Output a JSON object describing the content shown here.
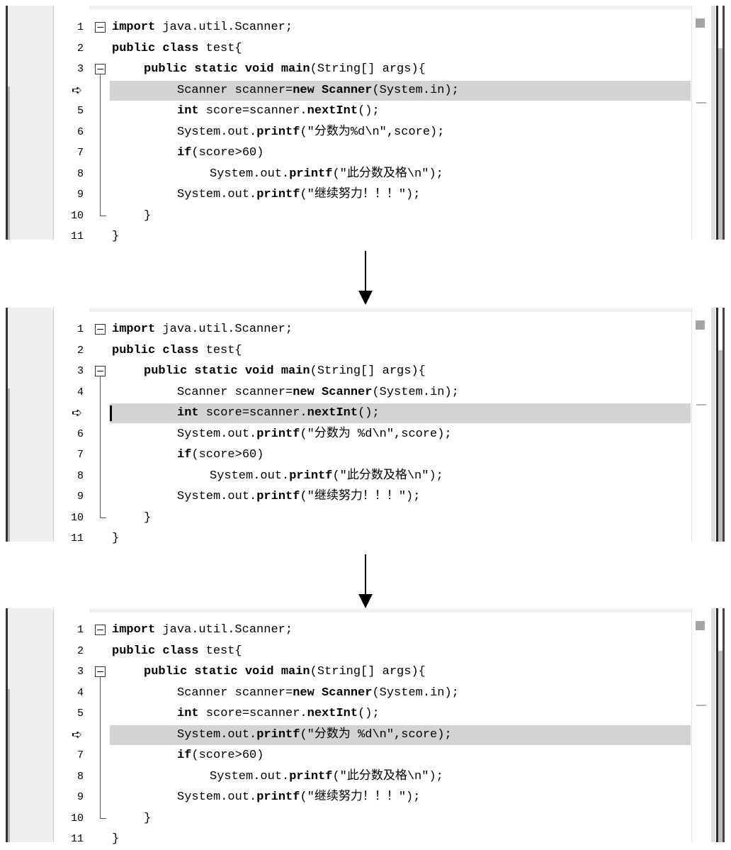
{
  "steps": [
    {
      "current_line": 4,
      "current_line_marker": "➪",
      "lines": [
        {
          "num": "1",
          "parts": [
            {
              "t": "import",
              "b": true
            },
            {
              "t": " java.util.Scanner;",
              "b": false
            }
          ]
        },
        {
          "num": "2",
          "parts": [
            {
              "t": "public class",
              "b": true
            },
            {
              "t": " test{",
              "b": false
            }
          ]
        },
        {
          "num": "3",
          "parts": [
            {
              "t": "public static void main",
              "b": true
            },
            {
              "t": "(String[] args){",
              "b": false
            }
          ]
        },
        {
          "num": "4",
          "parts": [
            {
              "t": "Scanner scanner=",
              "b": false
            },
            {
              "t": "new Scanner",
              "b": true
            },
            {
              "t": "(System.in);",
              "b": false
            }
          ]
        },
        {
          "num": "5",
          "parts": [
            {
              "t": "int",
              "b": true
            },
            {
              "t": " score=scanner.",
              "b": false
            },
            {
              "t": "nextInt",
              "b": true
            },
            {
              "t": "();",
              "b": false
            }
          ]
        },
        {
          "num": "6",
          "parts": [
            {
              "t": "System.out.",
              "b": false
            },
            {
              "t": "printf",
              "b": true
            },
            {
              "t": "(\"分数为%d\\n\",score);",
              "b": false
            }
          ]
        },
        {
          "num": "7",
          "parts": [
            {
              "t": "if",
              "b": true
            },
            {
              "t": "(score>60)",
              "b": false
            }
          ]
        },
        {
          "num": "8",
          "parts": [
            {
              "t": "System.out.",
              "b": false
            },
            {
              "t": "printf",
              "b": true
            },
            {
              "t": "(\"此分数及格\\n\");",
              "b": false
            }
          ]
        },
        {
          "num": "9",
          "parts": [
            {
              "t": "System.out.",
              "b": false
            },
            {
              "t": "printf",
              "b": true
            },
            {
              "t": "(\"继续努力！！！\");",
              "b": false
            }
          ]
        },
        {
          "num": "10",
          "parts": [
            {
              "t": "}",
              "b": false
            }
          ]
        },
        {
          "num": "11",
          "parts": [
            {
              "t": "}",
              "b": false
            }
          ]
        }
      ]
    },
    {
      "current_line": 5,
      "current_line_marker": "➪",
      "lines": [
        {
          "num": "1",
          "parts": [
            {
              "t": "import",
              "b": true
            },
            {
              "t": " java.util.Scanner;",
              "b": false
            }
          ]
        },
        {
          "num": "2",
          "parts": [
            {
              "t": "public class",
              "b": true
            },
            {
              "t": " test{",
              "b": false
            }
          ]
        },
        {
          "num": "3",
          "parts": [
            {
              "t": "public static void main",
              "b": true
            },
            {
              "t": "(String[] args){",
              "b": false
            }
          ]
        },
        {
          "num": "4",
          "parts": [
            {
              "t": "Scanner scanner=",
              "b": false
            },
            {
              "t": "new Scanner",
              "b": true
            },
            {
              "t": "(System.in);",
              "b": false
            }
          ]
        },
        {
          "num": "5",
          "parts": [
            {
              "t": "int",
              "b": true
            },
            {
              "t": " score=scanner.",
              "b": false
            },
            {
              "t": "nextInt",
              "b": true
            },
            {
              "t": "();",
              "b": false
            }
          ]
        },
        {
          "num": "6",
          "parts": [
            {
              "t": "System.out.",
              "b": false
            },
            {
              "t": "printf",
              "b": true
            },
            {
              "t": "(\"分数为 %d\\n\",score);",
              "b": false
            }
          ]
        },
        {
          "num": "7",
          "parts": [
            {
              "t": "if",
              "b": true
            },
            {
              "t": "(score>60)",
              "b": false
            }
          ]
        },
        {
          "num": "8",
          "parts": [
            {
              "t": "System.out.",
              "b": false
            },
            {
              "t": "printf",
              "b": true
            },
            {
              "t": "(\"此分数及格\\n\");",
              "b": false
            }
          ]
        },
        {
          "num": "9",
          "parts": [
            {
              "t": "System.out.",
              "b": false
            },
            {
              "t": "printf",
              "b": true
            },
            {
              "t": "(\"继续努力！！！\");",
              "b": false
            }
          ]
        },
        {
          "num": "10",
          "parts": [
            {
              "t": "}",
              "b": false
            }
          ]
        },
        {
          "num": "11",
          "parts": [
            {
              "t": "}",
              "b": false
            }
          ]
        }
      ]
    },
    {
      "current_line": 6,
      "current_line_marker": "➪",
      "lines": [
        {
          "num": "1",
          "parts": [
            {
              "t": "import",
              "b": true
            },
            {
              "t": " java.util.Scanner;",
              "b": false
            }
          ]
        },
        {
          "num": "2",
          "parts": [
            {
              "t": "public class",
              "b": true
            },
            {
              "t": " test{",
              "b": false
            }
          ]
        },
        {
          "num": "3",
          "parts": [
            {
              "t": "public static void main",
              "b": true
            },
            {
              "t": "(String[] args){",
              "b": false
            }
          ]
        },
        {
          "num": "4",
          "parts": [
            {
              "t": "Scanner scanner=",
              "b": false
            },
            {
              "t": "new Scanner",
              "b": true
            },
            {
              "t": "(System.in);",
              "b": false
            }
          ]
        },
        {
          "num": "5",
          "parts": [
            {
              "t": "int",
              "b": true
            },
            {
              "t": " score=scanner.",
              "b": false
            },
            {
              "t": "nextInt",
              "b": true
            },
            {
              "t": "();",
              "b": false
            }
          ]
        },
        {
          "num": "6",
          "parts": [
            {
              "t": "System.out.",
              "b": false
            },
            {
              "t": "printf",
              "b": true
            },
            {
              "t": "(\"分数为 %d\\n\",score);",
              "b": false
            }
          ]
        },
        {
          "num": "7",
          "parts": [
            {
              "t": "if",
              "b": true
            },
            {
              "t": "(score>60)",
              "b": false
            }
          ]
        },
        {
          "num": "8",
          "parts": [
            {
              "t": "System.out.",
              "b": false
            },
            {
              "t": "printf",
              "b": true
            },
            {
              "t": "(\"此分数及格\\n\");",
              "b": false
            }
          ]
        },
        {
          "num": "9",
          "parts": [
            {
              "t": "System.out.",
              "b": false
            },
            {
              "t": "printf",
              "b": true
            },
            {
              "t": "(\"继续努力！！！\");",
              "b": false
            }
          ]
        },
        {
          "num": "10",
          "parts": [
            {
              "t": "}",
              "b": false
            }
          ]
        },
        {
          "num": "11",
          "parts": [
            {
              "t": "}",
              "b": false
            }
          ]
        }
      ]
    }
  ],
  "icons": {
    "current_line_marker": "execution-pointer-arrow-icon",
    "fold": "collapse-minus-icon",
    "transition": "down-arrow-icon"
  },
  "colors": {
    "highlight": "#d3d3d3",
    "gutter": "#efefef",
    "text": "#000000"
  }
}
